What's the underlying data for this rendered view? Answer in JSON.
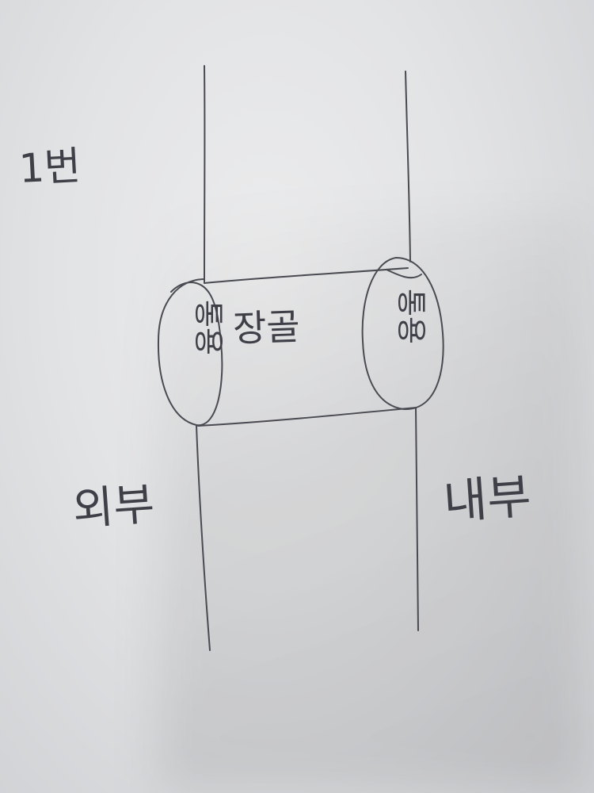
{
  "labels": {
    "top_left": "1번",
    "left_side": "외부",
    "right_side": "내부",
    "middle": "장골",
    "left_cap": "통용",
    "right_cap": "통용"
  }
}
